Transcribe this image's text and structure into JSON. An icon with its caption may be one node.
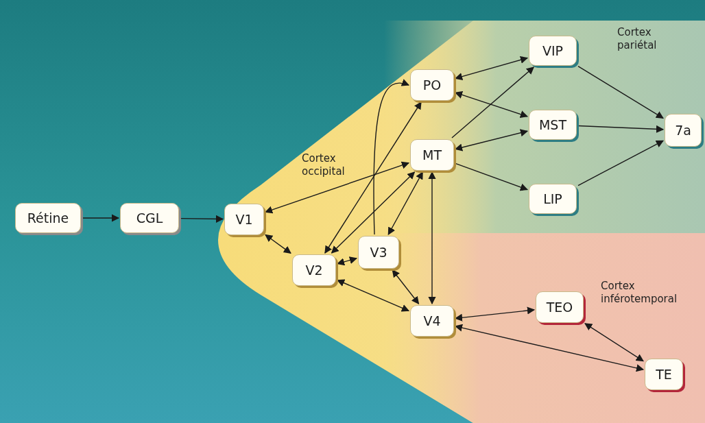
{
  "diagram": {
    "nodes": [
      {
        "text": [
          "Rétine"
        ]
      },
      {
        "text": [
          "CGL"
        ]
      },
      {
        "text": [
          "V1"
        ]
      },
      {
        "text": [
          "PO"
        ]
      },
      {
        "text": [
          "MT"
        ]
      },
      {
        "text": [
          "V2"
        ]
      },
      {
        "text": [
          "V3"
        ]
      },
      {
        "text": [
          "V4"
        ]
      },
      {
        "text": [
          "VIP"
        ]
      },
      {
        "text": [
          "MST"
        ]
      },
      {
        "text": [
          "LIP"
        ]
      },
      {
        "text": [
          "7a"
        ]
      },
      {
        "text": [
          "TEO"
        ]
      },
      {
        "text": [
          "TE"
        ]
      }
    ],
    "edges": [
      {
        "from": 0,
        "to": 1,
        "arrow": "to"
      },
      {
        "from": 1,
        "to": 2,
        "arrow": "to"
      },
      {
        "from": 2,
        "to": 5,
        "arrow": "both"
      },
      {
        "from": 2,
        "to": 4,
        "arrow": "both"
      },
      {
        "from": 5,
        "to": 3,
        "arrow": "both"
      },
      {
        "from": 5,
        "to": 4,
        "arrow": "both"
      },
      {
        "from": 5,
        "to": 6,
        "arrow": "both"
      },
      {
        "from": 5,
        "to": 7,
        "arrow": "both"
      },
      {
        "from": 6,
        "to": 3,
        "arrow": "to"
      },
      {
        "from": 6,
        "to": 4,
        "arrow": "both"
      },
      {
        "from": 6,
        "to": 7,
        "arrow": "both"
      },
      {
        "from": 4,
        "to": 7,
        "arrow": "both"
      },
      {
        "from": 3,
        "to": 8,
        "arrow": "both"
      },
      {
        "from": 3,
        "to": 9,
        "arrow": "both"
      },
      {
        "from": 4,
        "to": 8,
        "arrow": "to"
      },
      {
        "from": 4,
        "to": 9,
        "arrow": "both"
      },
      {
        "from": 4,
        "to": 10,
        "arrow": "to"
      },
      {
        "from": 8,
        "to": 11,
        "arrow": "to"
      },
      {
        "from": 9,
        "to": 11,
        "arrow": "to"
      },
      {
        "from": 10,
        "to": 11,
        "arrow": "to"
      },
      {
        "from": 7,
        "to": 12,
        "arrow": "both"
      },
      {
        "from": 7,
        "to": 13,
        "arrow": "both"
      },
      {
        "from": 12,
        "to": 13,
        "arrow": "both"
      }
    ],
    "labels": [
      "Cortex pariétal",
      "Cortex occipital",
      "Cortex inférotemporal"
    ]
  }
}
